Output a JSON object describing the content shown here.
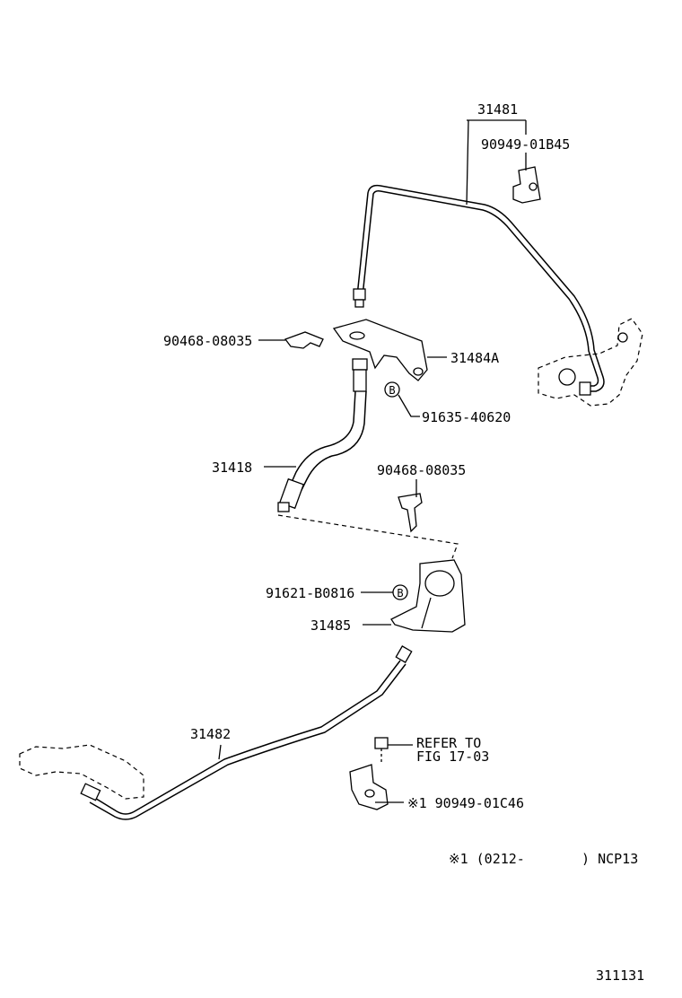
{
  "labels": {
    "tube_upper": "31481",
    "clamp_upper": "90949-01B45",
    "clip_left": "90468-08035",
    "bracket_upper": "31484A",
    "bolt_upper": "91635-40620",
    "flex_hose": "31418",
    "clip_right": "90468-08035",
    "bolt_lower": "91621-B0816",
    "bracket_lower": "31485",
    "tube_lower": "31482",
    "refer_line1": "REFER TO",
    "refer_line2": "FIG 17-03",
    "clamp_lower": "※1 90949-01C46",
    "footnote": "※1 (0212-       ) NCP13",
    "figure_number": "311131"
  },
  "bolt_marker": "B"
}
